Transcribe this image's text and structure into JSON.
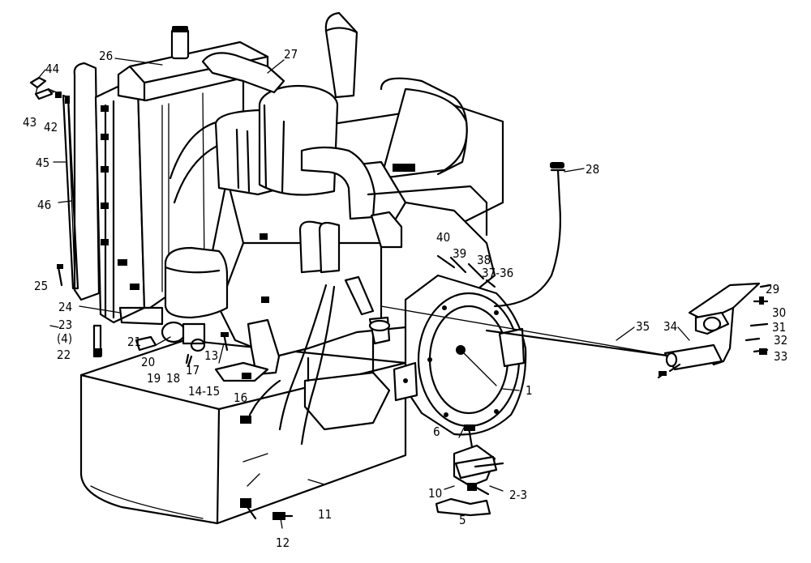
{
  "part_labels": {
    "p1": "1",
    "p2_3": "2-3",
    "p5": "5",
    "p6": "6",
    "p10": "10",
    "p11": "11",
    "p12": "12",
    "p13": "13",
    "p14_15": "14-15",
    "p16": "16",
    "p17": "17",
    "p18": "18",
    "p19": "19",
    "p20": "20",
    "p21": "21",
    "p22": "22",
    "p4": "(4)",
    "p23": "23",
    "p24": "24",
    "p25": "25",
    "p26": "26",
    "p27": "27",
    "p28": "28",
    "p29": "29",
    "p30": "30",
    "p31": "31",
    "p32": "32",
    "p33": "33",
    "p34": "34",
    "p35": "35",
    "p36_37": "37-36",
    "p38": "38",
    "p39": "39",
    "p40": "40",
    "p42": "42",
    "p43": "43",
    "p44": "44",
    "p45": "45",
    "p46": "46"
  }
}
